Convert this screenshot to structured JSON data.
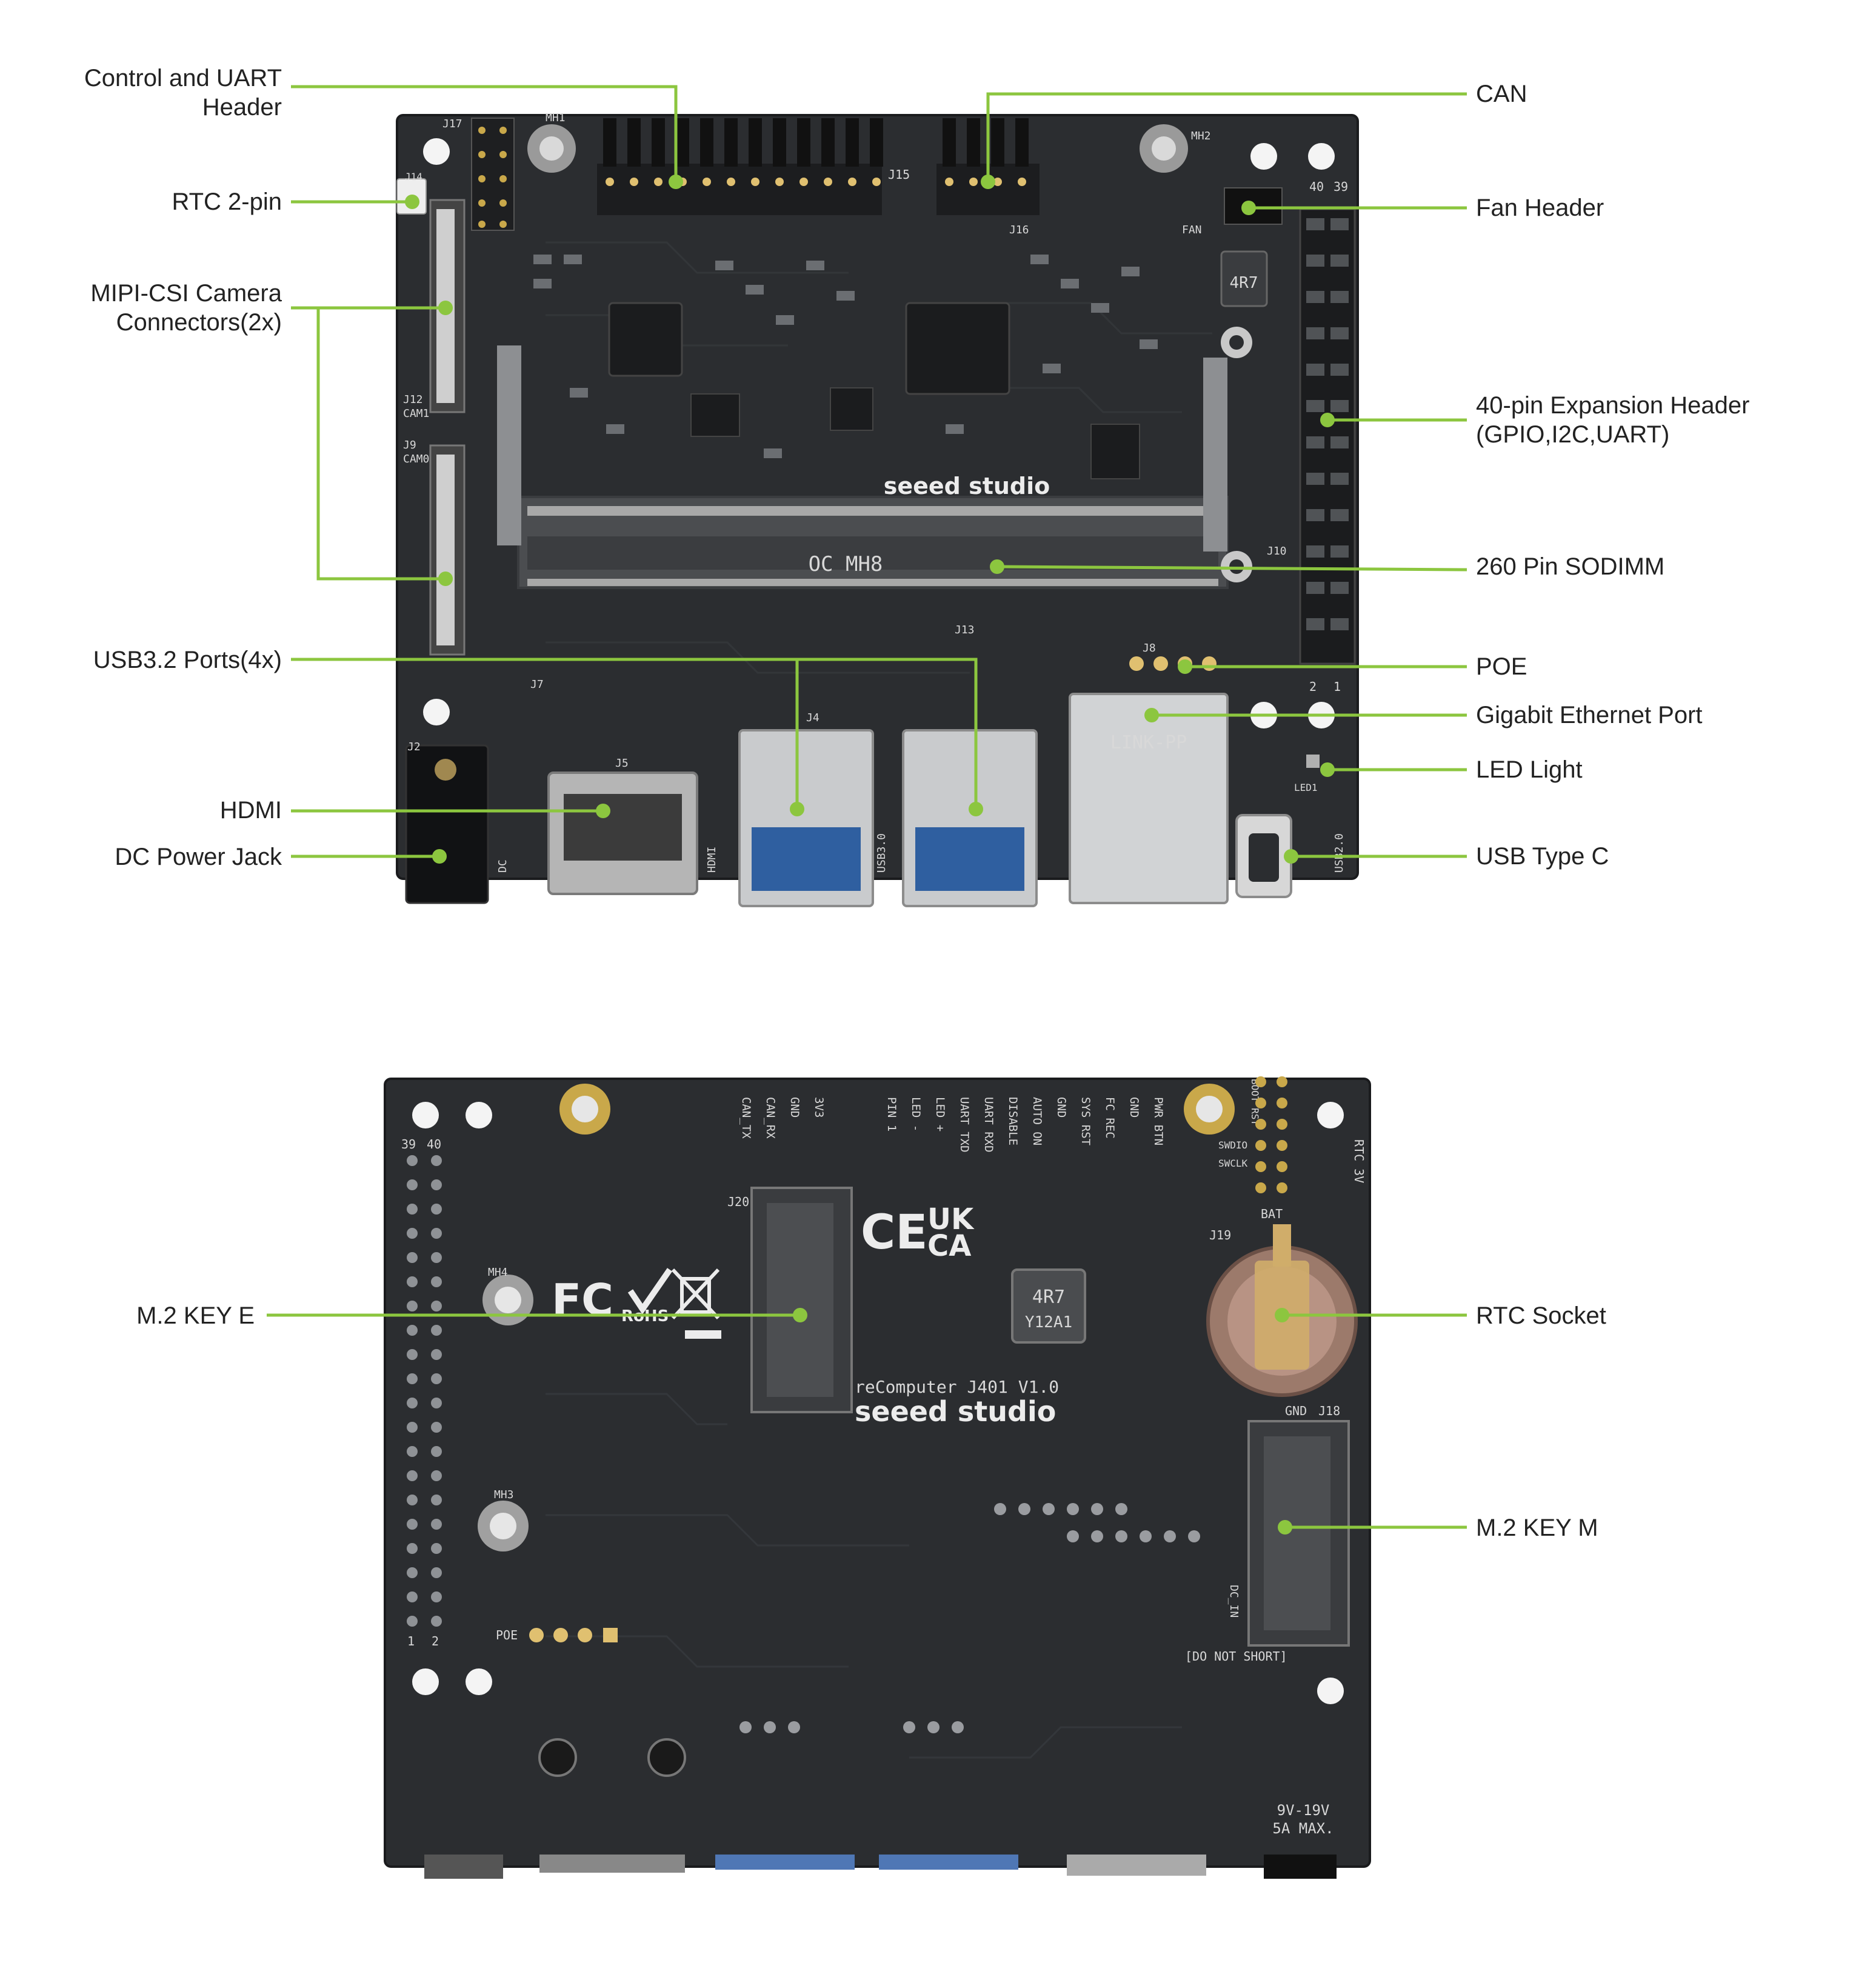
{
  "colors": {
    "accent": "#8cc63f",
    "label_text": "#222222",
    "pcb": "#2b2d30",
    "background": "#ffffff"
  },
  "top_view": {
    "labels": {
      "control_uart": [
        "Control and UART",
        "Header"
      ],
      "rtc_2pin": "RTC 2-pin",
      "mipi_csi": [
        "MIPI-CSI Camera",
        "Connectors(2x)"
      ],
      "usb32": "USB3.2 Ports(4x)",
      "hdmi": "HDMI",
      "dc_jack": "DC Power Jack",
      "can": "CAN",
      "fan": "Fan Header",
      "expansion": [
        "40-pin Expansion Header",
        "(GPIO,I2C,UART)"
      ],
      "sodimm": "260 Pin SODIMM",
      "poe": "POE",
      "ethernet": "Gigabit Ethernet Port",
      "led": "LED Light",
      "usb_c": "USB Type C"
    },
    "silkscreen": {
      "brand": "seeed studio",
      "slot_mark": "OC MH8",
      "inductor": "4R7",
      "j15": "J15",
      "j16": "J16",
      "j17": "J17",
      "j14": "J14",
      "j12": "J12",
      "cam1": "CAM1",
      "j9": "J9",
      "cam0": "CAM0",
      "j10": "J10",
      "j8": "J8",
      "j7": "J7",
      "j5": "J5",
      "j4": "J4",
      "j13": "J13",
      "j2": "J2",
      "dc": "DC",
      "hdmi": "HDMI",
      "usb30": "USB3.0",
      "usb20": "USB2.0",
      "led1": "LED1",
      "mh1": "MH1",
      "mh2": "MH2",
      "pin40": "40",
      "pin39": "39",
      "pin2": "2",
      "pin1": "1",
      "fan": "FAN",
      "rj45_text": "LINK-PP"
    }
  },
  "bottom_view": {
    "labels": {
      "m2_key_e": "M.2 KEY E",
      "rtc_socket": "RTC Socket",
      "m2_key_m": "M.2 KEY M"
    },
    "silkscreen": {
      "model": "reComputer J401 V1.0",
      "brand": "seeed studio",
      "do_not_short": "[DO NOT SHORT]",
      "power_rating": [
        "9V-19V",
        "5A MAX."
      ],
      "inductor": [
        "4R7",
        "Y12A1"
      ],
      "ce": "CE",
      "ukca": [
        "UK",
        "CA"
      ],
      "fc": "FC",
      "rohs": "RoHS",
      "poe": "POE",
      "mh4": "MH4",
      "mh3": "MH3",
      "j20": "J20",
      "j19": "J19",
      "j18": "J18",
      "bat": "BAT",
      "gnd": "GND",
      "dc_in": "DC_IN",
      "rtc_3v": "RTC 3V",
      "pin39": "39",
      "pin40": "40",
      "pin1": "1",
      "pin2": "2",
      "header_pins": [
        "PWR BTN",
        "GND",
        "FC REC",
        "SYS RST",
        "GND",
        "AUTO ON",
        "DISABLE",
        "UART RXD",
        "UART TXD",
        "LED +",
        "LED -",
        "PIN 1"
      ],
      "can_pins": [
        "3V3",
        "GND",
        "CAN_RX",
        "CAN_TX"
      ],
      "debug_pins": [
        "BOOT RST",
        "SWDIO",
        "SWCLK"
      ]
    }
  }
}
